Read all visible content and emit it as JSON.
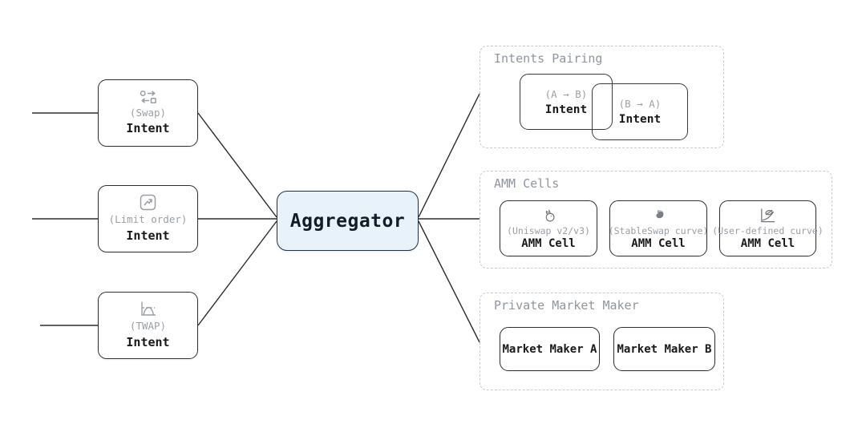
{
  "aggregator": {
    "label": "Aggregator",
    "fill_color": "#e7f2fb",
    "border_color": "#27313c"
  },
  "left_intents": [
    {
      "icon": "swap-icon",
      "type_label": "(Swap)",
      "label": "Intent"
    },
    {
      "icon": "limit-order-icon",
      "type_label": "(Limit order)",
      "label": "Intent"
    },
    {
      "icon": "twap-icon",
      "type_label": "(TWAP)",
      "label": "Intent"
    }
  ],
  "sections": {
    "intents_pairing": {
      "title": "Intents Pairing",
      "intents": [
        {
          "type_label": "(A → B)",
          "label": "Intent"
        },
        {
          "type_label": "(B → A)",
          "label": "Intent"
        }
      ]
    },
    "amm_cells": {
      "title": "AMM Cells",
      "cells": [
        {
          "icon": "uniswap-icon",
          "type_label": "(Uniswap v2/v3)",
          "label": "AMM Cell"
        },
        {
          "icon": "stableswap-icon",
          "type_label": "(StableSwap curve)",
          "label": "AMM Cell"
        },
        {
          "icon": "user-defined-curve-icon",
          "type_label": "(User-defined curve)",
          "label": "AMM Cell"
        }
      ]
    },
    "private_market_maker": {
      "title": "Private Market Maker",
      "makers": [
        {
          "label": "Market Maker A"
        },
        {
          "label": "Market Maker B"
        }
      ]
    }
  },
  "colors": {
    "background": "#ffffff",
    "line": "#2d2d2d",
    "box_border": "#2e2e2e",
    "dashed_border": "#c9cbd0",
    "muted_text": "#9aa0a6",
    "section_title_text": "#8f96a0",
    "dark_text": "#191919"
  }
}
